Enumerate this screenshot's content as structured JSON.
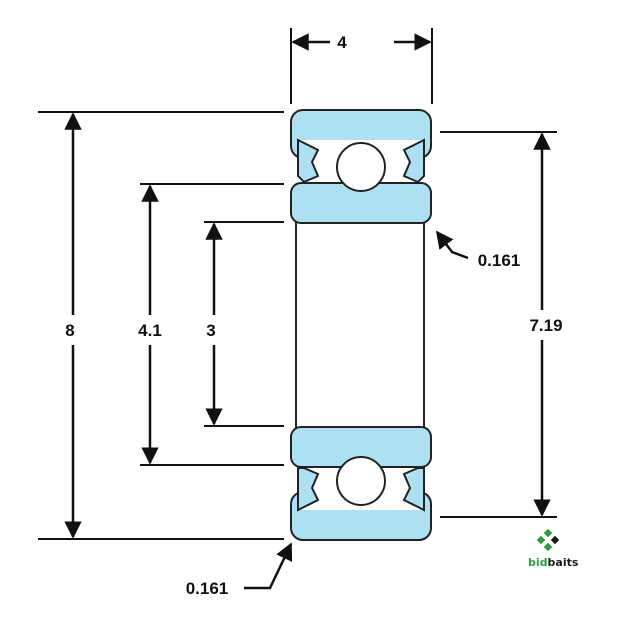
{
  "dimensions": {
    "width": "4",
    "outer_diameter": "8",
    "shoulder_diameter_inner": "4.1",
    "bore": "3",
    "shoulder_diameter_outer": "7.19",
    "chamfer_top": "0.161",
    "chamfer_bottom": "0.161"
  },
  "logo": {
    "text_a": "bid",
    "text_b": "baits",
    "color_a": "#2e9b3e",
    "color_b": "#1a1a1a"
  },
  "colors": {
    "ring_fill": "#aee0f3",
    "line": "#222222",
    "ball_fill": "#ffffff"
  }
}
